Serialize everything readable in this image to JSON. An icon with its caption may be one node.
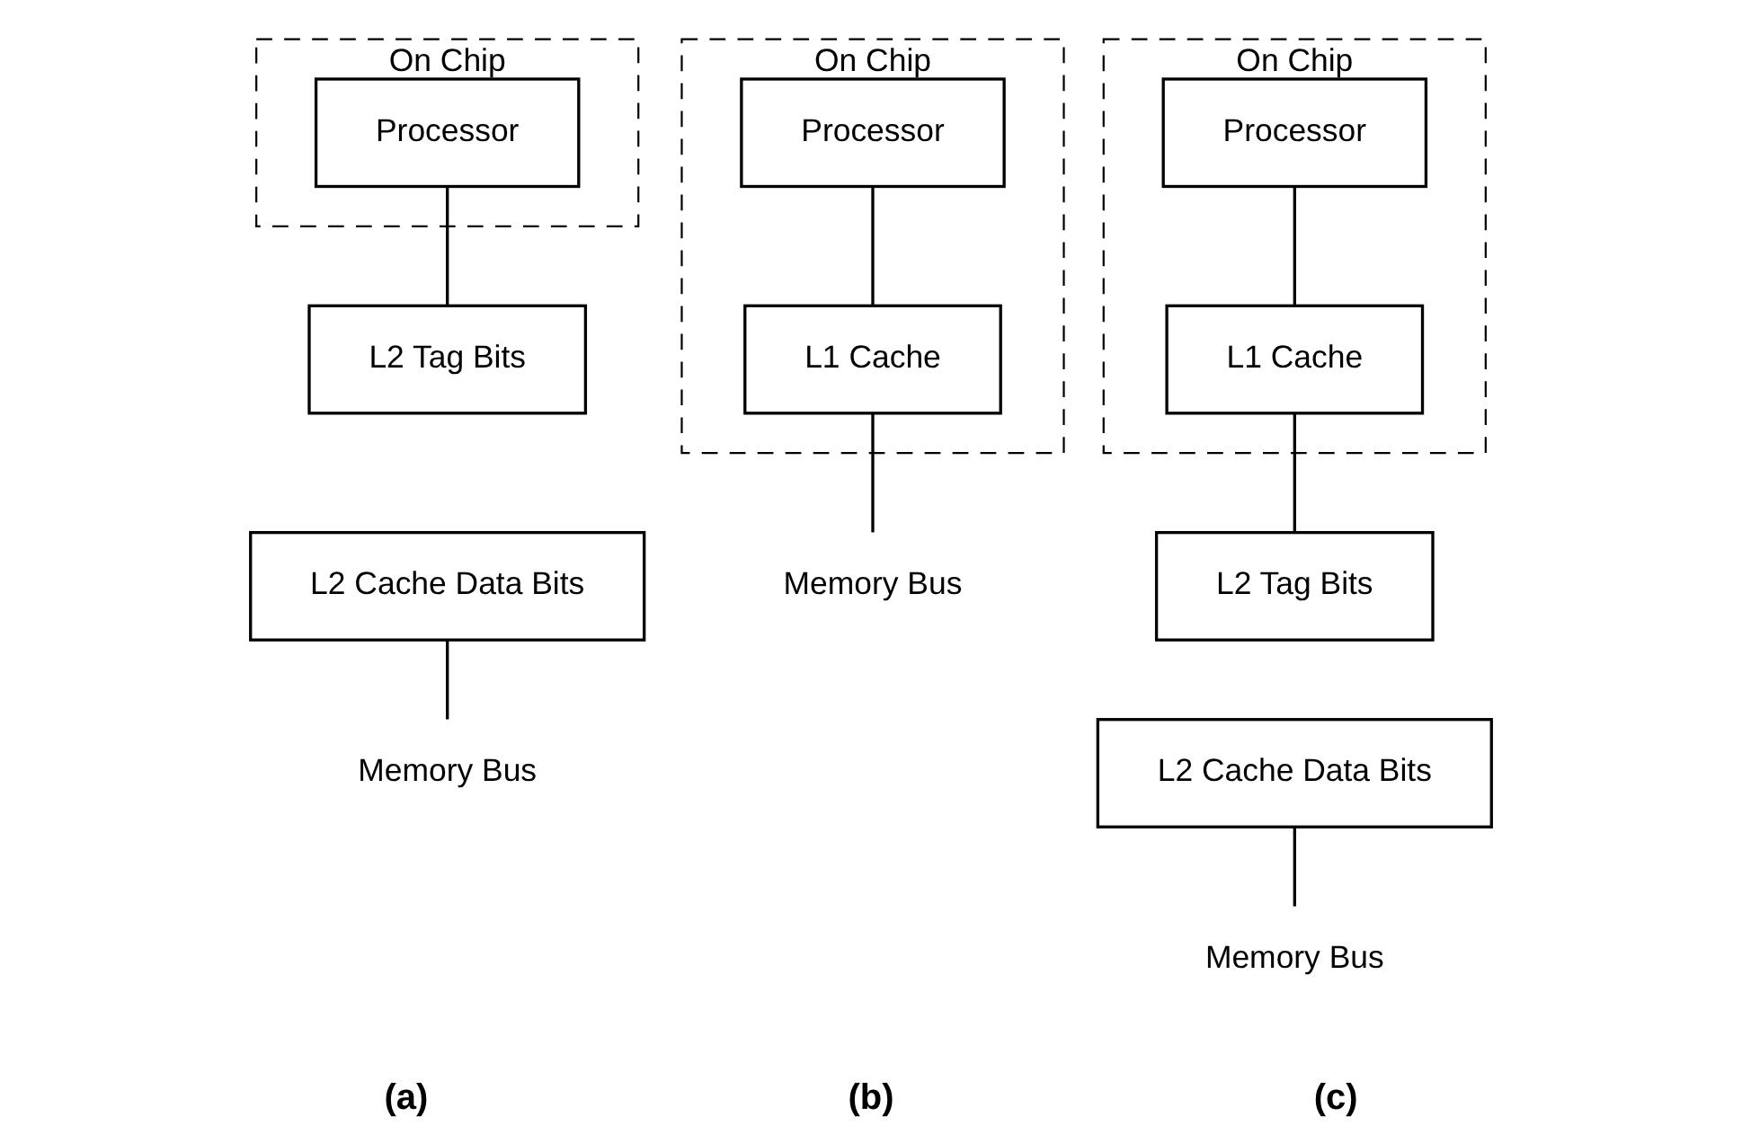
{
  "diagram": {
    "nodes": [
      {
        "text": [
          "On Chip"
        ]
      },
      {
        "text": [
          "Processor"
        ],
        "in": 0
      },
      {
        "text": [
          "L2 Tag Bits"
        ]
      },
      {
        "text": [
          "L2 Cache Data Bits"
        ]
      },
      {
        "text": [
          "Memory Bus"
        ]
      },
      {
        "text": [
          "On Chip"
        ]
      },
      {
        "text": [
          "Processor"
        ],
        "in": 5
      },
      {
        "text": [
          "L1 Cache"
        ],
        "in": 5
      },
      {
        "text": [
          "Memory Bus"
        ]
      },
      {
        "text": [
          "On Chip"
        ]
      },
      {
        "text": [
          "Processor"
        ],
        "in": 9
      },
      {
        "text": [
          "L1 Cache"
        ],
        "in": 9
      },
      {
        "text": [
          "L2 Tag Bits"
        ]
      },
      {
        "text": [
          "L2 Cache Data Bits"
        ]
      },
      {
        "text": [
          "Memory Bus"
        ]
      }
    ],
    "edges": [
      {
        "from": 1,
        "to": 2,
        "arrow": "none"
      },
      {
        "from": 3,
        "to": 4,
        "arrow": "none"
      },
      {
        "from": 6,
        "to": 7,
        "arrow": "none"
      },
      {
        "from": 7,
        "to": 8,
        "arrow": "none"
      },
      {
        "from": 10,
        "to": 11,
        "arrow": "none"
      },
      {
        "from": 11,
        "to": 12,
        "arrow": "none"
      },
      {
        "from": 13,
        "to": 14,
        "arrow": "none"
      }
    ],
    "labels": [
      "(a)",
      "(b)",
      "(c)"
    ]
  }
}
